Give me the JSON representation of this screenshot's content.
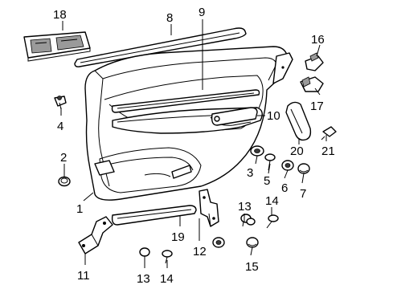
{
  "callouts": [
    {
      "id": "c18",
      "text": "18"
    },
    {
      "id": "c8",
      "text": "8"
    },
    {
      "id": "c9",
      "text": "9"
    },
    {
      "id": "c16",
      "text": "16"
    },
    {
      "id": "c17",
      "text": "17"
    },
    {
      "id": "c4",
      "text": "4"
    },
    {
      "id": "c10",
      "text": "10"
    },
    {
      "id": "c20",
      "text": "20"
    },
    {
      "id": "c21",
      "text": "21"
    },
    {
      "id": "c2",
      "text": "2"
    },
    {
      "id": "c3",
      "text": "3"
    },
    {
      "id": "c5",
      "text": "5"
    },
    {
      "id": "c6",
      "text": "6"
    },
    {
      "id": "c7",
      "text": "7"
    },
    {
      "id": "c13a",
      "text": "13"
    },
    {
      "id": "c14a",
      "text": "14"
    },
    {
      "id": "c1",
      "text": "1"
    },
    {
      "id": "c19",
      "text": "19"
    },
    {
      "id": "c12",
      "text": "12"
    },
    {
      "id": "c11",
      "text": "11"
    },
    {
      "id": "c13b",
      "text": "13"
    },
    {
      "id": "c14b",
      "text": "14"
    },
    {
      "id": "c15",
      "text": "15"
    }
  ]
}
